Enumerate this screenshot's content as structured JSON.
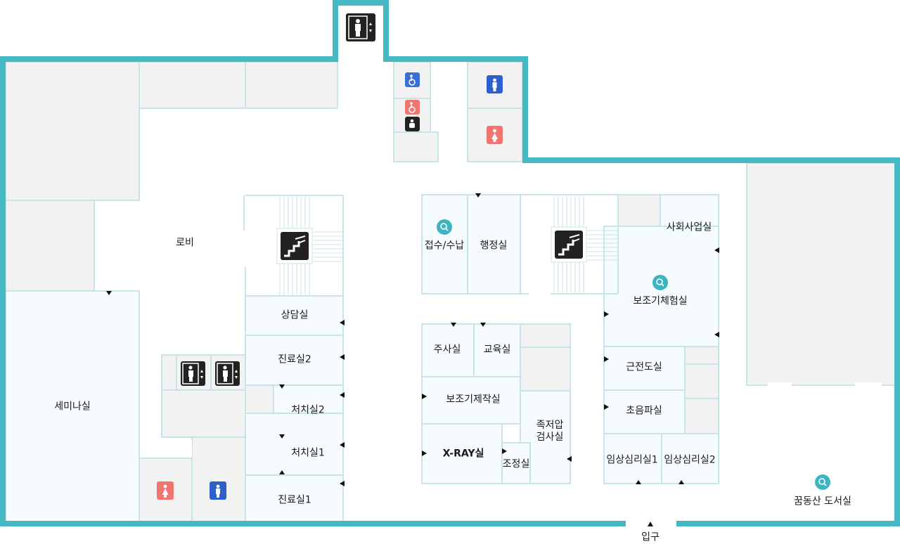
{
  "colors": {
    "outer_wall": "#45b8c4",
    "inner_wall": "#c9e4e8",
    "room_fill": "#f6fcfd",
    "service_fill": "#f2f2f2",
    "male": "#2f5fc9",
    "female": "#f07470",
    "accessible": "#3a6fd6",
    "dark_icon": "#222222",
    "search_icon": "#3cb4c2"
  },
  "rooms": {
    "lobby": "로비",
    "seminar": "세미나실",
    "counseling": "상담실",
    "exam2": "진료실2",
    "treat2": "처치실2",
    "treat1": "처치실1",
    "exam1": "진료실1",
    "reception": "접수/수납",
    "admin": "행정실",
    "social": "사회사업실",
    "assistive_exp": "보조기체험실",
    "injection": "주사실",
    "education": "교육실",
    "assistive_make": "보조기제작실",
    "foot_pressure": "족저압\n검사실",
    "xray": "X-RAY실",
    "control": "조정실",
    "emg": "근전도실",
    "ultrasound": "초음파실",
    "psych1": "임상심리실1",
    "psych2": "임상심리실2",
    "library": "꿈동산 도서실",
    "entrance": "입구"
  },
  "icons": {
    "elevator": "elevator-icon",
    "stairs": "stairs-icon",
    "male_restroom": "male-restroom-icon",
    "female_restroom": "female-restroom-icon",
    "accessible_restroom": "accessible-restroom-icon",
    "baby_changing": "baby-changing-icon",
    "search": "search-icon",
    "door_arrow": "door-arrow-icon"
  }
}
